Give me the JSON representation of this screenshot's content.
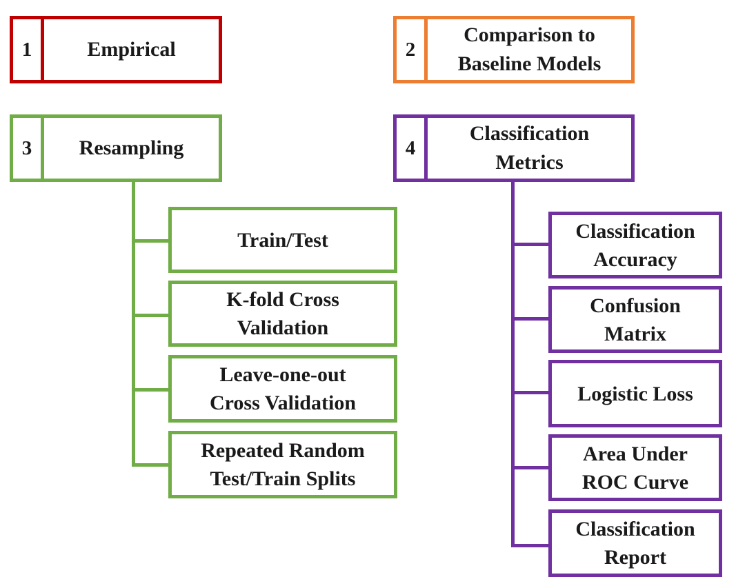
{
  "colors": {
    "empirical": "#c00000",
    "baseline": "#ed7d31",
    "resampling": "#70ad47",
    "metrics": "#7030a0"
  },
  "categories": [
    {
      "number": "1",
      "title": "Empirical"
    },
    {
      "number": "2",
      "title": "Comparison to\nBaseline Models"
    },
    {
      "number": "3",
      "title": "Resampling"
    },
    {
      "number": "4",
      "title": "Classification\nMetrics"
    }
  ],
  "resampling_methods": [
    "Train/Test",
    "K-fold Cross\nValidation",
    "Leave-one-out\nCross Validation",
    "Repeated Random\nTest/Train Splits"
  ],
  "classification_metrics": [
    "Classification\nAccuracy",
    "Confusion\nMatrix",
    "Logistic Loss",
    "Area Under\nROC Curve",
    "Classification\nReport"
  ]
}
